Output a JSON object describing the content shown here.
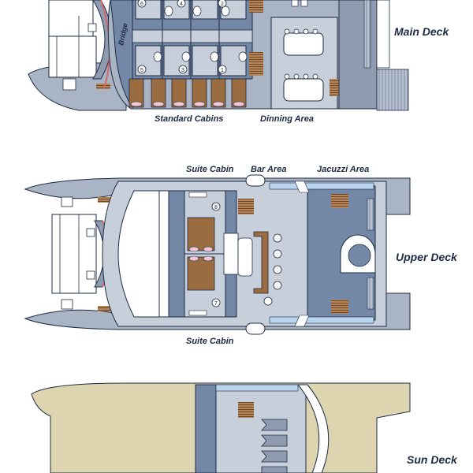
{
  "decks": {
    "main": "Main Deck",
    "upper": "Upper Deck",
    "sun": "Sun Deck"
  },
  "labels": {
    "bridge": "Bridge",
    "standard_cabins": "Standard Cabins",
    "dining_area": "Dinning Area",
    "suite_cabin_top": "Suite Cabin",
    "bar_area": "Bar Area",
    "jacuzzi_area": "Jacuzzi Area",
    "suite_cabin_bottom": "Suite Cabin"
  },
  "cabin_numbers": {
    "c6": "6",
    "c4": "4",
    "c2": "2",
    "c5": "5",
    "c3": "3",
    "c1": "1",
    "c8": "8",
    "c7": "7"
  },
  "colors": {
    "hull": "#a9b4c4",
    "hull_dark": "#8f9cb0",
    "floor": "#7387a6",
    "room": "#c6cfda",
    "wall": "#1e2a44",
    "wood": "#9a6c3f",
    "sand": "#ddd4b0",
    "window": "#b9d4ee",
    "bed": "#f2c9d3"
  }
}
